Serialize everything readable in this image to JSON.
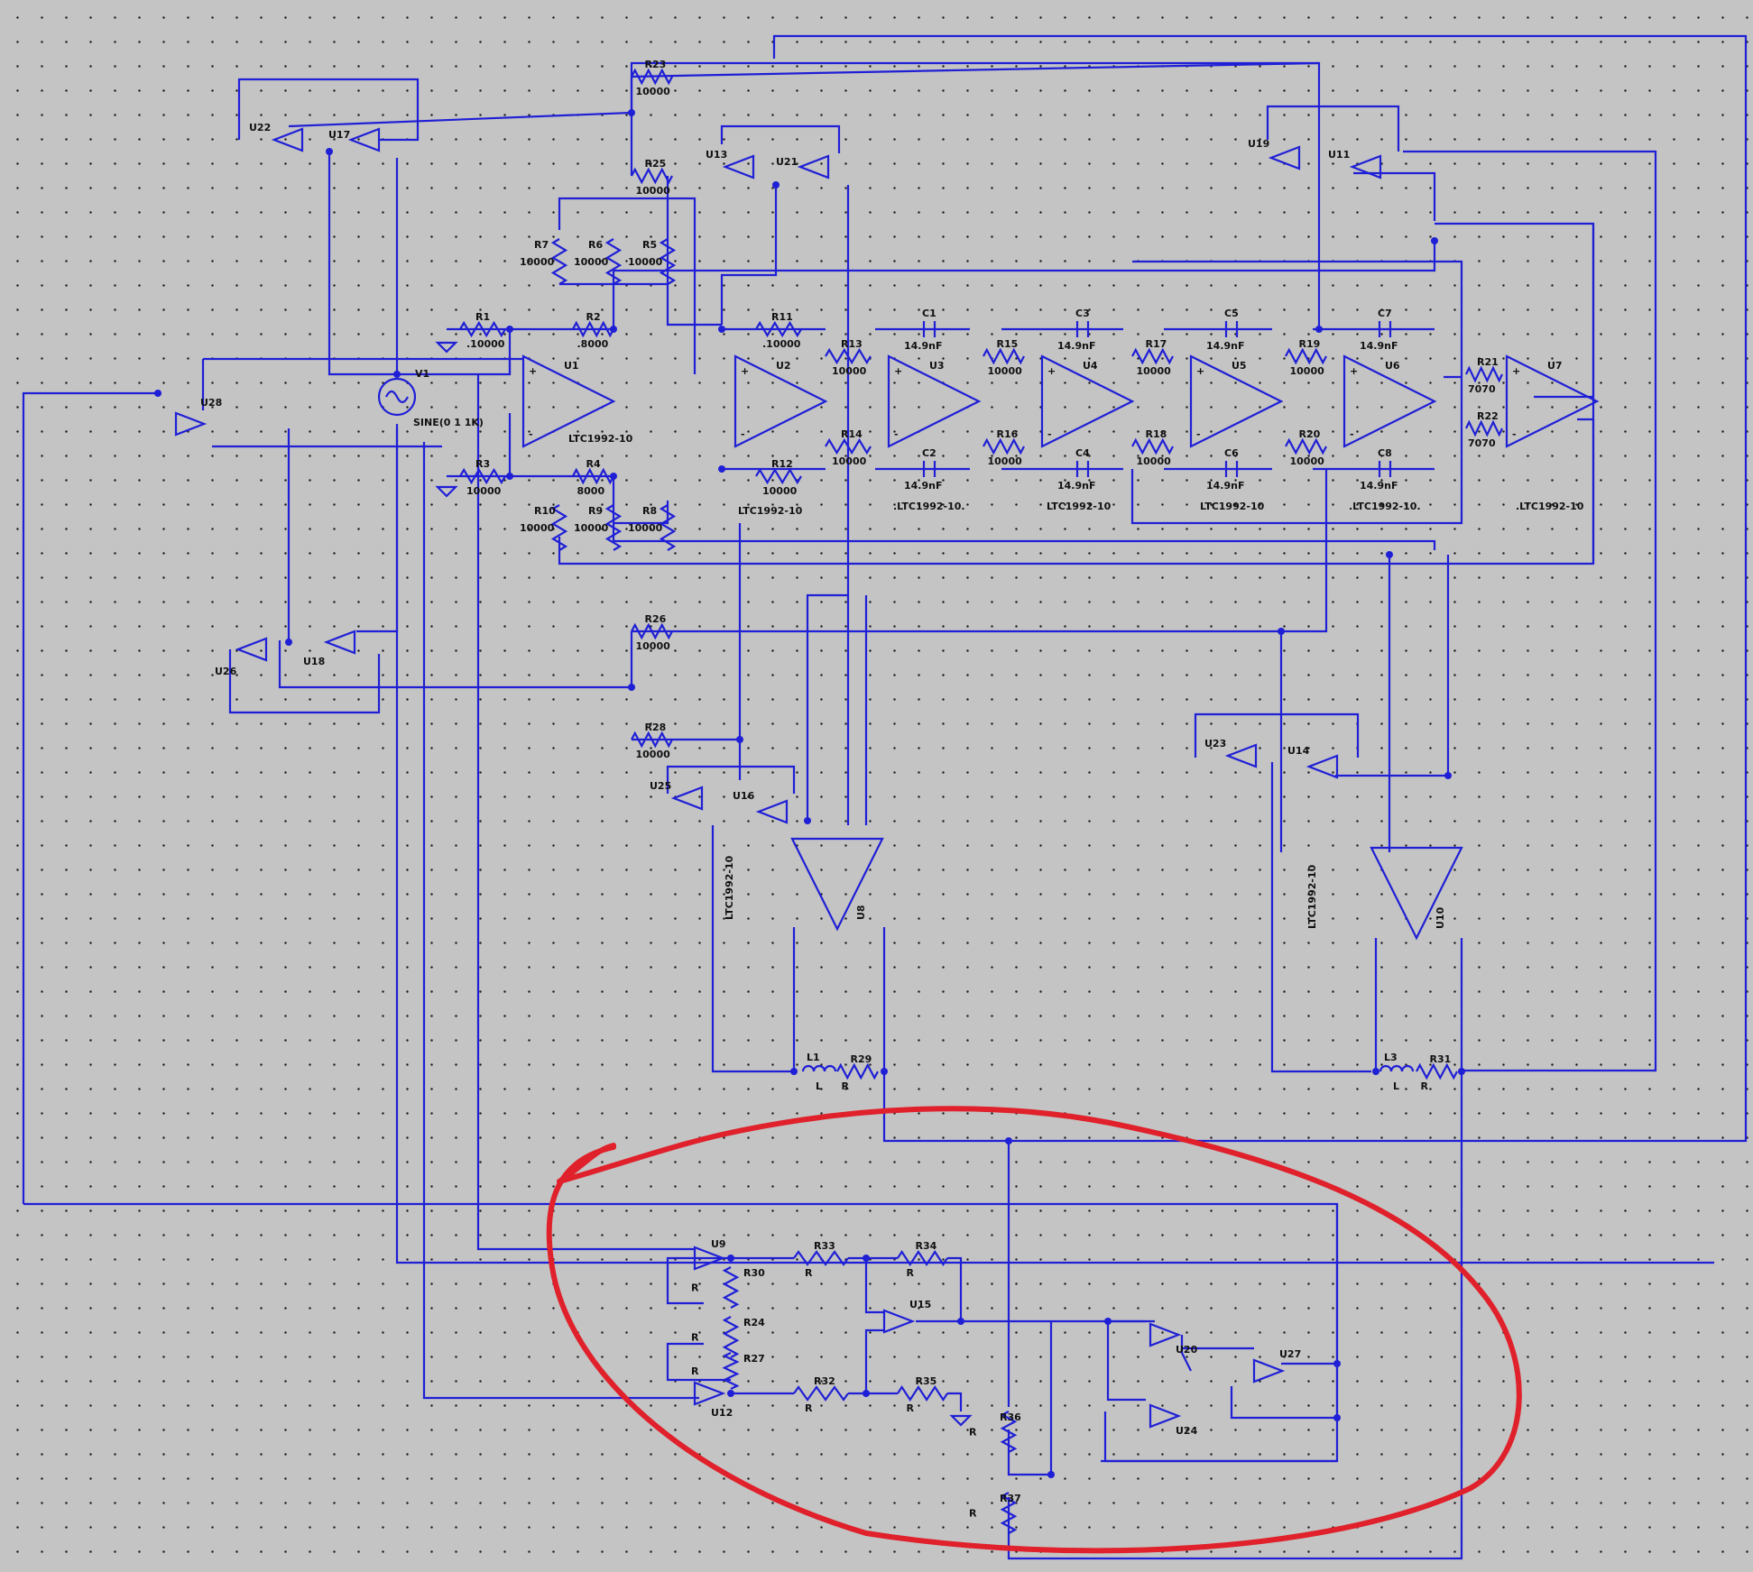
{
  "opamps": [
    {
      "ref": "U1",
      "model": "LTC1992-10"
    },
    {
      "ref": "U2",
      "model": "LTC1992-10"
    },
    {
      "ref": "U3",
      "model": ".LTC1992-10."
    },
    {
      "ref": "U4",
      "model": "LTC1992-10"
    },
    {
      "ref": "U5",
      "model": "LTC1992-10"
    },
    {
      "ref": "U6",
      "model": ".LTC1992-10."
    },
    {
      "ref": "U7",
      "model": ".LTC1992-10"
    },
    {
      "ref": "U8",
      "model": "LTC1992-10"
    },
    {
      "ref": "U10",
      "model": "LTC1992-10"
    }
  ],
  "buffers": [
    "U9",
    "U11",
    "U12",
    "U13",
    "U14",
    "U15",
    "U16",
    "U17",
    "U18",
    "U19",
    "U20",
    "U21",
    "U22",
    "U23",
    "U24",
    "U25",
    "U26",
    "U27",
    "U28"
  ],
  "resistors": [
    {
      "ref": "R1",
      "value": ".10000"
    },
    {
      "ref": "R2",
      "value": ".8000"
    },
    {
      "ref": "R3",
      "value": "10000"
    },
    {
      "ref": "R4",
      "value": "8000"
    },
    {
      "ref": "R5",
      "value": "10000"
    },
    {
      "ref": "R6",
      "value": "10000"
    },
    {
      "ref": "R7",
      "value": "10000"
    },
    {
      "ref": "R8",
      "value": "10000"
    },
    {
      "ref": "R9",
      "value": "10000"
    },
    {
      "ref": "R10",
      "value": "10000"
    },
    {
      "ref": "R11",
      "value": ".10000"
    },
    {
      "ref": "R12",
      "value": "10000"
    },
    {
      "ref": "R13",
      "value": "10000"
    },
    {
      "ref": "R14",
      "value": "10000"
    },
    {
      "ref": "R15",
      "value": "10000"
    },
    {
      "ref": "R16",
      "value": "10000"
    },
    {
      "ref": "R17",
      "value": "10000"
    },
    {
      "ref": "R18",
      "value": "10000"
    },
    {
      "ref": "R19",
      "value": "10000"
    },
    {
      "ref": "R20",
      "value": "10000"
    },
    {
      "ref": "R21",
      "value": "7070"
    },
    {
      "ref": "R22",
      "value": "7070"
    },
    {
      "ref": "R23",
      "value": "10000"
    },
    {
      "ref": "R24",
      "value": "R"
    },
    {
      "ref": "R25",
      "value": "10000"
    },
    {
      "ref": "R26",
      "value": "10000"
    },
    {
      "ref": "R27",
      "value": "R"
    },
    {
      "ref": "R28",
      "value": "10000"
    },
    {
      "ref": "R29",
      "value": "R"
    },
    {
      "ref": "R30",
      "value": "R"
    },
    {
      "ref": "R31",
      "value": "R"
    },
    {
      "ref": "R32",
      "value": "R"
    },
    {
      "ref": "R33",
      "value": "R"
    },
    {
      "ref": "R34",
      "value": "R"
    },
    {
      "ref": "R35",
      "value": "R"
    },
    {
      "ref": "R36",
      "value": "R"
    },
    {
      "ref": "R37",
      "value": "R"
    }
  ],
  "capacitors": [
    {
      "ref": "C1",
      "value": "14.9nF"
    },
    {
      "ref": "C2",
      "value": "14.9nF"
    },
    {
      "ref": "C3",
      "value": "14.9nF"
    },
    {
      "ref": "C4",
      "value": "14.9nF"
    },
    {
      "ref": "C5",
      "value": "14.9nF"
    },
    {
      "ref": "C6",
      "value": "14.9nF"
    },
    {
      "ref": "C7",
      "value": "14.9nF"
    },
    {
      "ref": "C8",
      "value": "14.9nF"
    }
  ],
  "inductors": [
    {
      "ref": "L1",
      "value": "L"
    },
    {
      "ref": "L3",
      "value": "L"
    }
  ],
  "source": {
    "ref": "V1",
    "value": "SINE(0 1 1K)"
  },
  "colors": {
    "wire": "#1f1fd6",
    "annotation": "#e0202a",
    "background": "#c4c4c4"
  }
}
